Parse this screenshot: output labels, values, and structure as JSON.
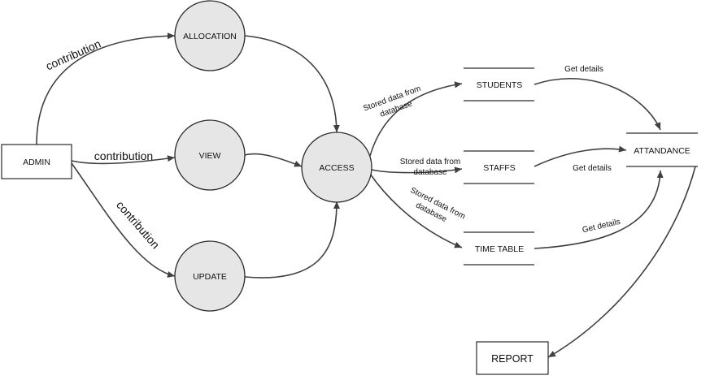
{
  "entities": {
    "admin": "ADMIN",
    "report": "REPORT"
  },
  "processes": {
    "allocation": "ALLOCATION",
    "view": "VIEW",
    "update": "UPDATE",
    "access": "ACCESS"
  },
  "stores": {
    "students": "STUDENTS",
    "staffs": "STAFFS",
    "timetable": "TIME TABLE",
    "attendance": "ATTANDANCE"
  },
  "flows": {
    "contribution": "contribution",
    "stored_line1": "Stored data from",
    "stored_line2": "database",
    "get_details": "Get details"
  },
  "colors": {
    "bubble_fill": "#e6e6e6",
    "stroke": "#2a2a2a",
    "edge": "#404040"
  }
}
